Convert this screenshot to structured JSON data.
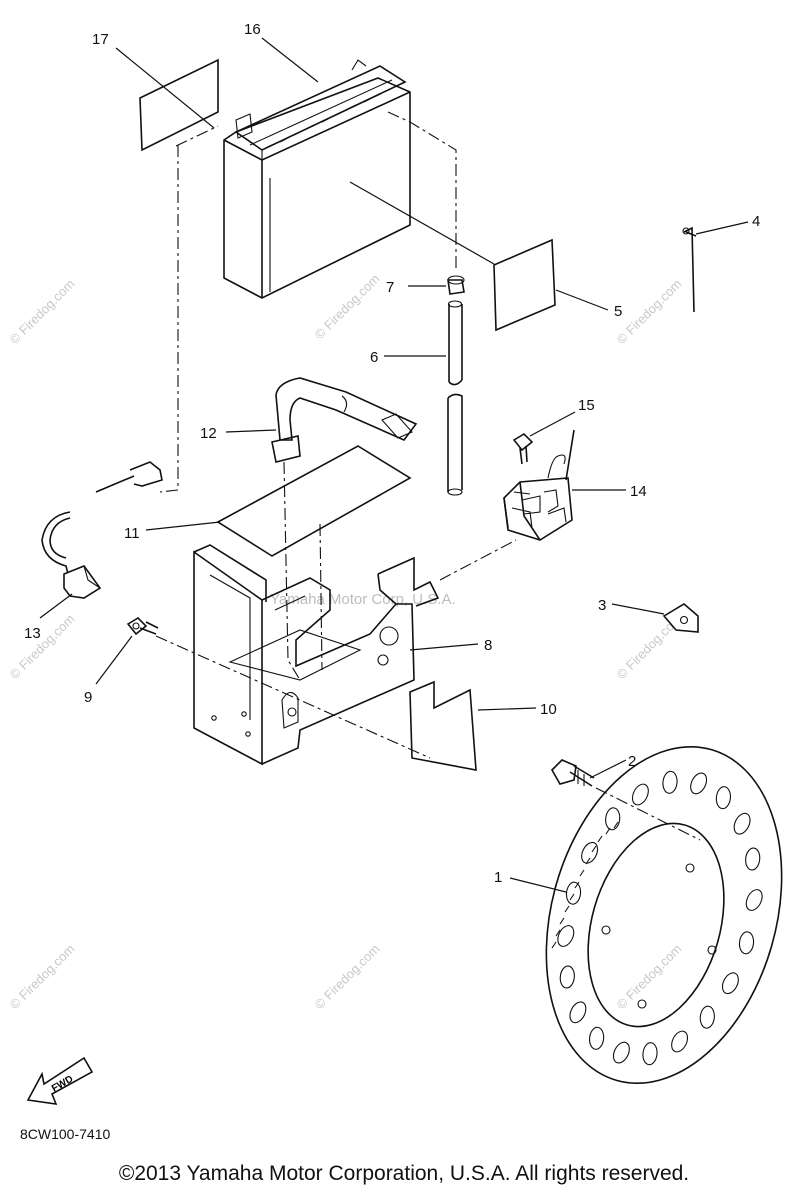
{
  "callouts": [
    "1",
    "2",
    "3",
    "4",
    "5",
    "6",
    "7",
    "8",
    "9",
    "10",
    "11",
    "12",
    "13",
    "14",
    "15",
    "16",
    "17"
  ],
  "fwd_label": "FWD",
  "diagram_code": "8CW100-7410",
  "copyright": "©2013 Yamaha Motor Corporation, U.S.A. All rights reserved.",
  "watermark_site": "© Firedog.com",
  "watermark_brand": "Yamaha Motor Corp, U.S.A."
}
